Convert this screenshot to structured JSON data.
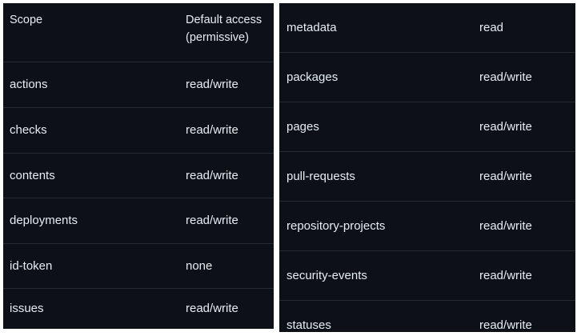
{
  "left_table": {
    "headers": [
      "Scope",
      "Default access\n(permissive)"
    ],
    "header_scope": "Scope",
    "header_access_line1": "Default access",
    "header_access_line2": "(permissive)",
    "rows": [
      {
        "scope": "actions",
        "access": "read/write"
      },
      {
        "scope": "checks",
        "access": "read/write"
      },
      {
        "scope": "contents",
        "access": "read/write"
      },
      {
        "scope": "deployments",
        "access": "read/write"
      },
      {
        "scope": "id-token",
        "access": "none"
      },
      {
        "scope": "issues",
        "access": "read/write"
      }
    ]
  },
  "right_table": {
    "rows": [
      {
        "scope": "metadata",
        "access": "read"
      },
      {
        "scope": "packages",
        "access": "read/write"
      },
      {
        "scope": "pages",
        "access": "read/write"
      },
      {
        "scope": "pull-requests",
        "access": "read/write"
      },
      {
        "scope": "repository-projects",
        "access": "read/write"
      },
      {
        "scope": "security-events",
        "access": "read/write"
      },
      {
        "scope": "statuses",
        "access": "read/write"
      }
    ]
  },
  "colors": {
    "background": "#0d1117",
    "text": "#e6edf3",
    "divider": "#262c34"
  }
}
